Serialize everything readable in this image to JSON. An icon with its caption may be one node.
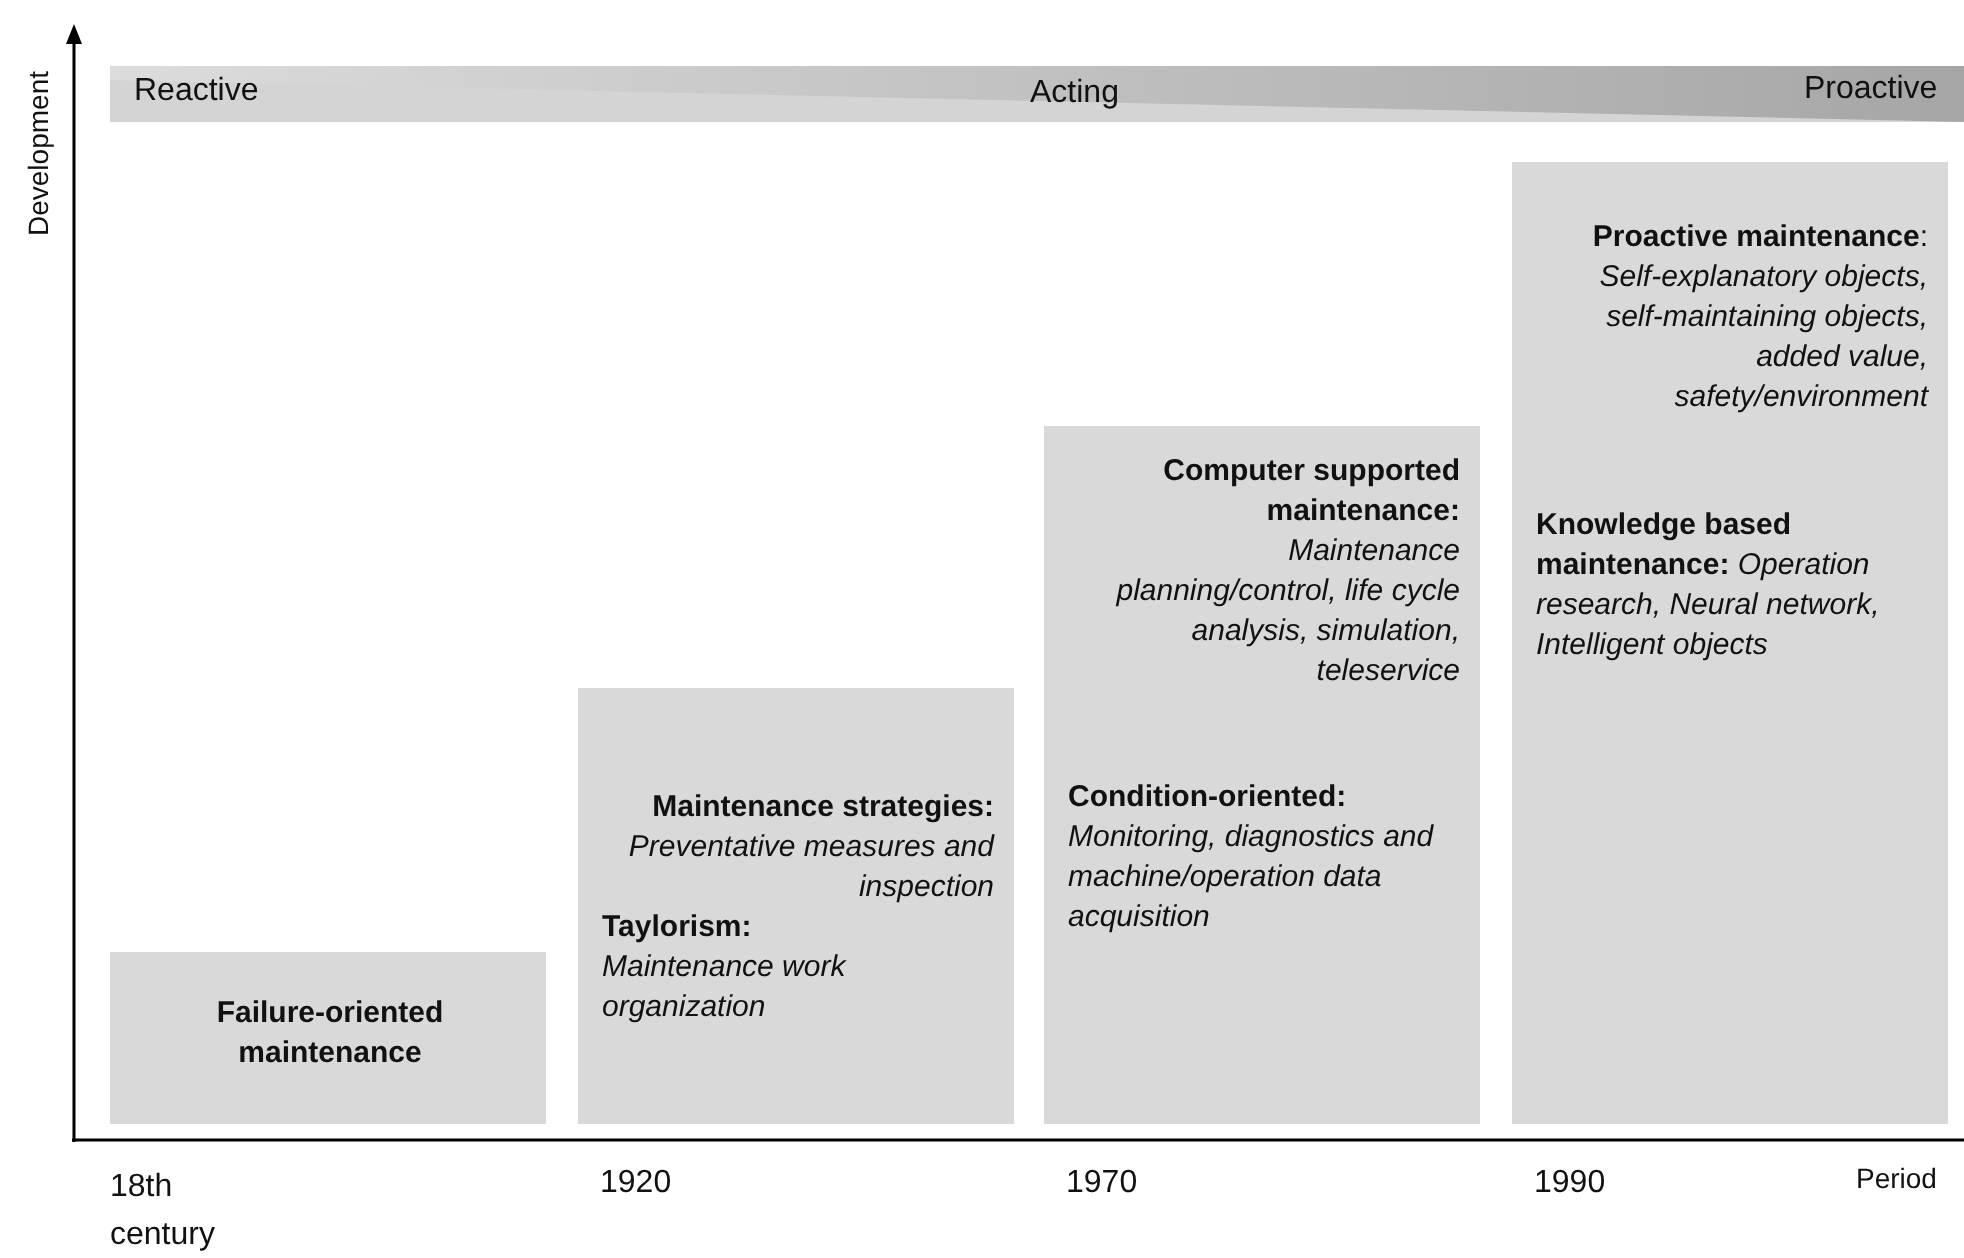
{
  "diagram": {
    "nodes": [
      {
        "text": [
          "Failure-oriented maintenance"
        ]
      },
      {
        "text": [
          "Maintenance strategies:",
          "Preventative measures and inspection",
          "Taylorism:",
          "Maintenance work organization"
        ]
      },
      {
        "text": [
          "Computer supported maintenance:",
          "Maintenance planning/control, life cycle analysis, simulation, teleservice",
          "Condition-oriented:",
          "Monitoring, diagnostics and machine/operation data acquisition"
        ]
      },
      {
        "text": [
          "**Proactive maintenance**:",
          "Self-explanatory objects, self-maintaining objects, added value, safety/environment",
          "**Knowledge based maintenance:** *Operation research, Neural network, Intelligent objects*"
        ]
      }
    ],
    "labels": [
      "Reactive",
      "Acting",
      "Proactive",
      "Development",
      "18th century",
      "1920",
      "1970",
      "1990",
      "Period"
    ]
  }
}
